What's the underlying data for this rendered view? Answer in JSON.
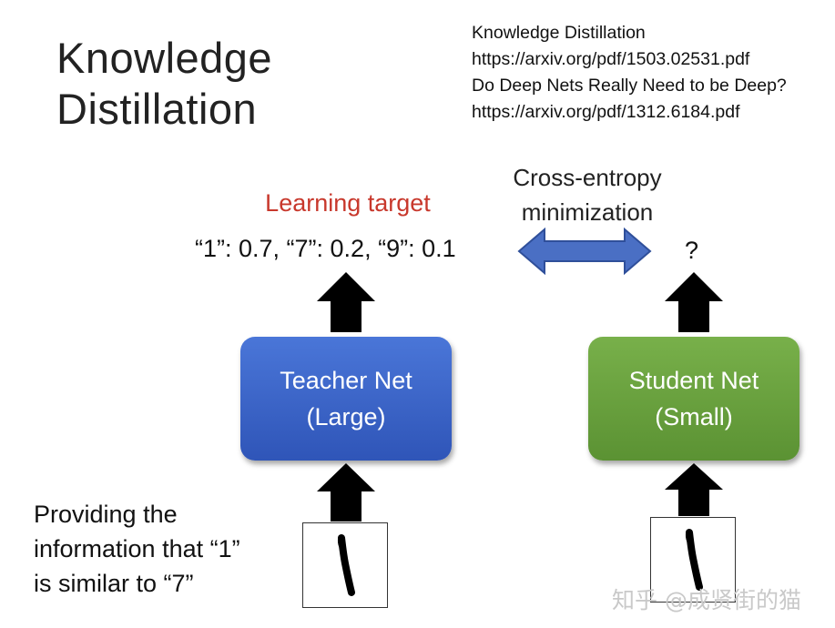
{
  "title": "Knowledge\nDistillation",
  "references": [
    "Knowledge Distillation",
    "https://arxiv.org/pdf/1503.02531.pdf",
    "Do Deep Nets Really Need to be Deep?",
    "https://arxiv.org/pdf/1312.6184.pdf"
  ],
  "cross_entropy_label": "Cross-entropy\nminimization",
  "learning_target_label": "Learning target",
  "teacher_output": "“1”: 0.7, “7”: 0.2, “9”: 0.1",
  "student_output": "?",
  "teacher_box": {
    "line1": "Teacher Net",
    "line2": "(Large)"
  },
  "student_box": {
    "line1": "Student Net",
    "line2": "(Small)"
  },
  "providing_text": {
    "line1": "Providing the",
    "line2": "information that “1”",
    "line3": "is similar to “7”"
  },
  "watermark": "知乎 @成贤街的猫",
  "colors": {
    "teacher": "#3a63c8",
    "student": "#68a23e",
    "learning_target": "#c8382c",
    "double_arrow": "#4a6fc4"
  },
  "icons": {
    "up_arrows": "black-up-arrow",
    "double_arrow": "blue-double-arrow",
    "digit_images": "handwritten-digit-1"
  }
}
